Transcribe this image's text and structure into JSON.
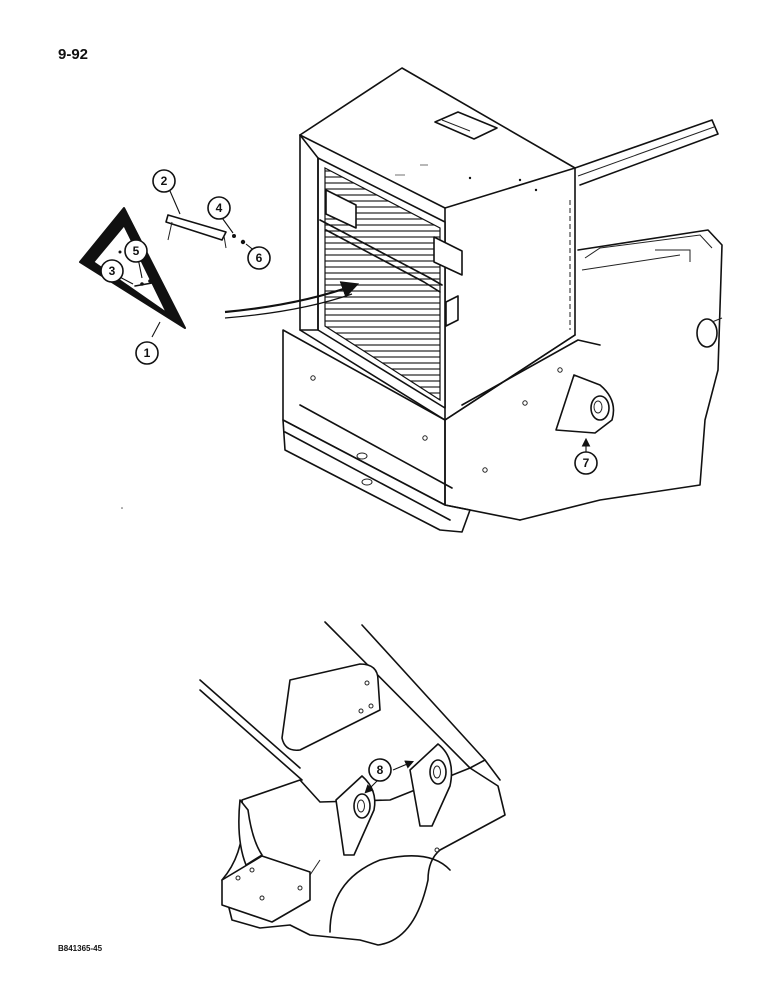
{
  "page": {
    "number": "9-92",
    "drawing_code": "B841365-45"
  },
  "callouts": [
    {
      "id": "1",
      "label": "1"
    },
    {
      "id": "2",
      "label": "2"
    },
    {
      "id": "3",
      "label": "3"
    },
    {
      "id": "4",
      "label": "4"
    },
    {
      "id": "5",
      "label": "5"
    },
    {
      "id": "6",
      "label": "6"
    },
    {
      "id": "7",
      "label": "7"
    },
    {
      "id": "8",
      "label": "8"
    }
  ],
  "colors": {
    "ink": "#111111",
    "paper": "#ffffff"
  }
}
